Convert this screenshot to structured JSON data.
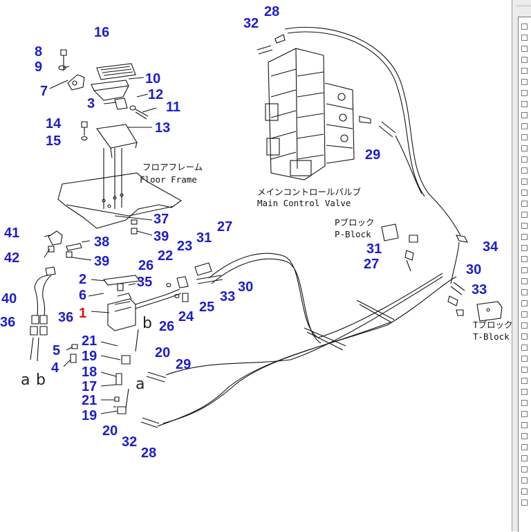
{
  "callouts": {
    "n28a": "28",
    "n32a": "32",
    "n16": "16",
    "n8": "8",
    "n9": "9",
    "n10": "10",
    "n7": "7",
    "n12": "12",
    "n3": "3",
    "n11": "11",
    "n14": "14",
    "n13": "13",
    "n15": "15",
    "n29a": "29",
    "n27a": "27",
    "n41": "41",
    "n37": "37",
    "n39a": "39",
    "n38": "38",
    "n42": "42",
    "n39b": "39",
    "n31a": "31",
    "n23": "23",
    "n34": "34",
    "n31b": "31",
    "n27b": "27",
    "n22": "22",
    "n26a": "26",
    "n30a": "30",
    "n2": "2",
    "n35": "35",
    "n40": "40",
    "n6": "6",
    "n33a": "33",
    "n30b": "30",
    "n33b": "33",
    "n1": "1",
    "n26b": "26",
    "n24": "24",
    "n25": "25",
    "n36a": "36",
    "n36b": "36",
    "n21a": "21",
    "n5": "5",
    "n20a": "20",
    "n19a": "19",
    "n4": "4",
    "n29b": "29",
    "n18": "18",
    "n17": "17",
    "n21b": "21",
    "n19b": "19",
    "n20b": "20",
    "n32b": "32",
    "n28b": "28"
  },
  "labels": {
    "floor_jp": "フロアフレーム",
    "floor_en": "Floor Frame",
    "mcv_jp": "メインコントロールバルブ",
    "mcv_en": "Main Control Valve",
    "pblock_jp": "Pブロック",
    "pblock_en": "P-Block",
    "tblock_jp": "Tブロック",
    "tblock_en": "T-Block",
    "a1": "a",
    "b1": "b",
    "a2": "a",
    "b2": "b"
  },
  "colors": {
    "callout": "#1c1ccc",
    "callout_highlight": "#dd1111",
    "line": "#111111"
  },
  "sidebar": {
    "checkbox_count": 44
  }
}
